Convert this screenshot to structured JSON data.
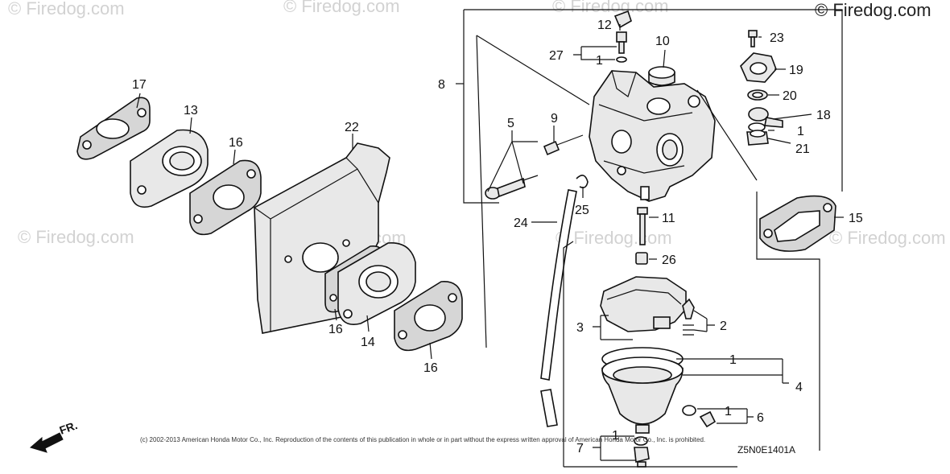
{
  "watermark": "© Firedog.com",
  "diagram_code": "Z5N0E1401A",
  "front_marker": "FR.",
  "copyright": "(c) 2002-2013 American Honda Motor Co., Inc. Reproduction of the contents of this publication in whole or in part without the express written approval of American Honda Motor Co., Inc. is prohibited.",
  "callouts": [
    "17",
    "13",
    "16",
    "22",
    "16",
    "14",
    "16",
    "8",
    "5",
    "9",
    "24",
    "25",
    "12",
    "27",
    "1",
    "10",
    "11",
    "26",
    "3",
    "2",
    "1",
    "4",
    "1",
    "6",
    "1",
    "7",
    "23",
    "19",
    "20",
    "18",
    "1",
    "21",
    "15"
  ]
}
